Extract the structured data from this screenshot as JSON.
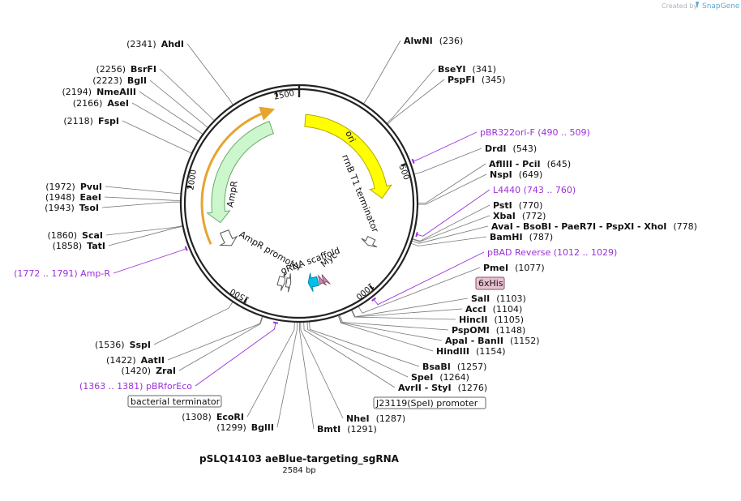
{
  "credit": {
    "created_by": "Created by",
    "brand": "SnapGene"
  },
  "plasmid": {
    "name": "pSLQ14103 aeBlue-targeting_sgRNA",
    "size_label": "2584 bp",
    "length": 2584
  },
  "ticks": [
    {
      "pos": 500,
      "label": "500"
    },
    {
      "pos": 1000,
      "label": "1000"
    },
    {
      "pos": 1500,
      "label": "1500"
    },
    {
      "pos": 2000,
      "label": "2000"
    },
    {
      "pos": 2500,
      "label": "2500"
    }
  ],
  "sites": [
    {
      "name": "AhdI",
      "pos": 2341,
      "pos_label": "(2341)",
      "color": "#111111"
    },
    {
      "name": "AlwNI",
      "pos": 236,
      "pos_label": "(236)",
      "color": "#111111"
    },
    {
      "name": "BsrFI",
      "pos": 2256,
      "pos_label": "(2256)",
      "color": "#111111"
    },
    {
      "name": "BseYI",
      "pos": 341,
      "pos_label": "(341)",
      "color": "#111111"
    },
    {
      "name": "BglI",
      "pos": 2223,
      "pos_label": "(2223)",
      "color": "#111111"
    },
    {
      "name": "PspFI",
      "pos": 345,
      "pos_label": "(345)",
      "color": "#111111"
    },
    {
      "name": "NmeAIII",
      "pos": 2194,
      "pos_label": "(2194)",
      "color": "#111111"
    },
    {
      "name": "AseI",
      "pos": 2166,
      "pos_label": "(2166)",
      "color": "#111111"
    },
    {
      "name": "FspI",
      "pos": 2118,
      "pos_label": "(2118)",
      "color": "#111111"
    },
    {
      "name": "DrdI",
      "pos": 543,
      "pos_label": "(543)",
      "color": "#111111"
    },
    {
      "name": "AflIII  - PciI",
      "pos": 645,
      "pos_label": "(645)",
      "color": "#111111"
    },
    {
      "name": "NspI",
      "pos": 649,
      "pos_label": "(649)",
      "color": "#111111"
    },
    {
      "name": "PvuI",
      "pos": 1972,
      "pos_label": "(1972)",
      "color": "#111111"
    },
    {
      "name": "EaeI",
      "pos": 1948,
      "pos_label": "(1948)",
      "color": "#111111"
    },
    {
      "name": "TsoI",
      "pos": 1943,
      "pos_label": "(1943)",
      "color": "#111111"
    },
    {
      "name": "PstI",
      "pos": 770,
      "pos_label": "(770)",
      "color": "#111111"
    },
    {
      "name": "XbaI",
      "pos": 772,
      "pos_label": "(772)",
      "color": "#111111"
    },
    {
      "name": "AvaI  - BsoBI  - PaeR7I  - PspXI  - XhoI",
      "pos": 778,
      "pos_label": "(778)",
      "color": "#111111"
    },
    {
      "name": "BamHI",
      "pos": 787,
      "pos_label": "(787)",
      "color": "#111111"
    },
    {
      "name": "ScaI",
      "pos": 1860,
      "pos_label": "(1860)",
      "color": "#111111"
    },
    {
      "name": "TatI",
      "pos": 1858,
      "pos_label": "(1858)",
      "color": "#111111"
    },
    {
      "name": "PmeI",
      "pos": 1077,
      "pos_label": "(1077)",
      "color": "#111111"
    },
    {
      "name": "SalI",
      "pos": 1103,
      "pos_label": "(1103)",
      "color": "#111111"
    },
    {
      "name": "AccI",
      "pos": 1104,
      "pos_label": "(1104)",
      "color": "#111111"
    },
    {
      "name": "HincII",
      "pos": 1105,
      "pos_label": "(1105)",
      "color": "#111111"
    },
    {
      "name": "PspOMI",
      "pos": 1148,
      "pos_label": "(1148)",
      "color": "#111111"
    },
    {
      "name": "ApaI  - BanII",
      "pos": 1152,
      "pos_label": "(1152)",
      "color": "#111111"
    },
    {
      "name": "HindIII",
      "pos": 1154,
      "pos_label": "(1154)",
      "color": "#111111"
    },
    {
      "name": "BsaBI",
      "pos": 1257,
      "pos_label": "(1257)",
      "color": "#111111"
    },
    {
      "name": "SpeI",
      "pos": 1264,
      "pos_label": "(1264)",
      "color": "#111111"
    },
    {
      "name": "AvrII  - StyI",
      "pos": 1276,
      "pos_label": "(1276)",
      "color": "#111111"
    },
    {
      "name": "NheI",
      "pos": 1287,
      "pos_label": "(1287)",
      "color": "#111111"
    },
    {
      "name": "BmtI",
      "pos": 1291,
      "pos_label": "(1291)",
      "color": "#111111"
    },
    {
      "name": "BglII",
      "pos": 1299,
      "pos_label": "(1299)",
      "color": "#111111"
    },
    {
      "name": "EcoRI",
      "pos": 1308,
      "pos_label": "(1308)",
      "color": "#111111"
    },
    {
      "name": "SspI",
      "pos": 1536,
      "pos_label": "(1536)",
      "color": "#111111"
    },
    {
      "name": "AatII",
      "pos": 1422,
      "pos_label": "(1422)",
      "color": "#111111"
    },
    {
      "name": "ZraI",
      "pos": 1420,
      "pos_label": "(1420)",
      "color": "#111111"
    }
  ],
  "primers": [
    {
      "name": "pBR322ori-F",
      "range_label": "(490 .. 509)",
      "pos": 500,
      "color": "#9b30d9"
    },
    {
      "name": "L4440",
      "range_label": "(743 .. 760)",
      "pos": 752,
      "color": "#9b30d9"
    },
    {
      "name": "pBAD Reverse",
      "range_label": "(1012 .. 1029)",
      "pos": 1020,
      "color": "#9b30d9"
    },
    {
      "name": "pBRforEco",
      "range_label": "(1363 .. 1381)",
      "pos": 1372,
      "color": "#9b30d9"
    },
    {
      "name": "Amp-R",
      "range_label": "(1772 .. 1791)",
      "pos": 1782,
      "color": "#9b30d9"
    }
  ],
  "boxed_labels": [
    {
      "text": "6xHis",
      "style": "his"
    },
    {
      "text": "bacterial terminator",
      "style": "plain"
    },
    {
      "text": "J23119(SpeI) promoter",
      "style": "plain"
    }
  ],
  "features": [
    {
      "name": "ori",
      "start": 30,
      "end": 620,
      "dir": "cw",
      "color": "#ffff00",
      "stroke": "#b8a800"
    },
    {
      "name": "AmpR",
      "start": 1840,
      "end": 2440,
      "dir": "ccw",
      "color": "#ccf7cc",
      "stroke": "#6aa86a"
    },
    {
      "name": "rrnB T1 terminator",
      "start": 830,
      "end": 870,
      "dir": "cw",
      "color": "#ffffff",
      "stroke": "#555555"
    },
    {
      "name": "AmpR promoter",
      "start": 1710,
      "end": 1790,
      "dir": "ccw",
      "color": "#ffffff",
      "stroke": "#555555"
    },
    {
      "name": "gRNA scaffold",
      "start": 1365,
      "end": 1400,
      "dir": "ccw",
      "color": "#ffffff",
      "stroke": "#555555"
    },
    {
      "name": "gRNA scaffold",
      "start": 1335,
      "end": 1358,
      "dir": "ccw",
      "color": "#ffffff",
      "stroke": "#555555"
    },
    {
      "name": "Myc",
      "start": 1195,
      "end": 1245,
      "dir": "cw",
      "color": "#00bfe8",
      "stroke": "#0088aa"
    }
  ],
  "colors": {
    "backbone": "#222222",
    "orange_arc": "#e6a52e",
    "his_fill": "#e8c2d2",
    "his_stroke": "#8a5070"
  }
}
